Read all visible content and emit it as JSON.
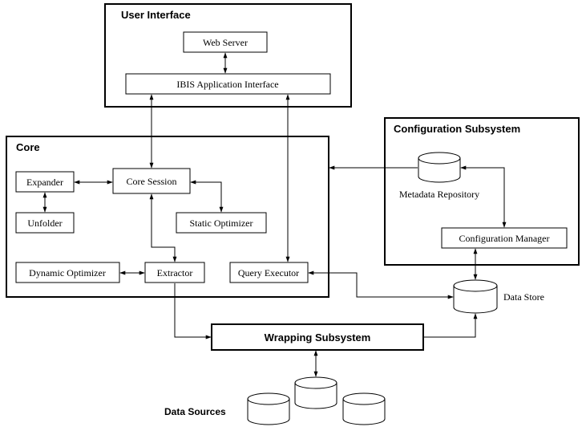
{
  "subsystems": {
    "user_interface": "User Interface",
    "core": "Core",
    "configuration": "Configuration Subsystem",
    "wrapping": "Wrapping Subsystem",
    "data_sources": "Data Sources"
  },
  "components": {
    "web_server": "Web Server",
    "ibis_app_interface": "IBIS Application Interface",
    "expander": "Expander",
    "core_session": "Core Session",
    "unfolder": "Unfolder",
    "static_optimizer": "Static Optimizer",
    "dynamic_optimizer": "Dynamic Optimizer",
    "extractor": "Extractor",
    "query_executor": "Query Executor",
    "configuration_manager": "Configuration Manager"
  },
  "stores": {
    "metadata_repository": "Metadata Repository",
    "data_store": "Data Store"
  }
}
